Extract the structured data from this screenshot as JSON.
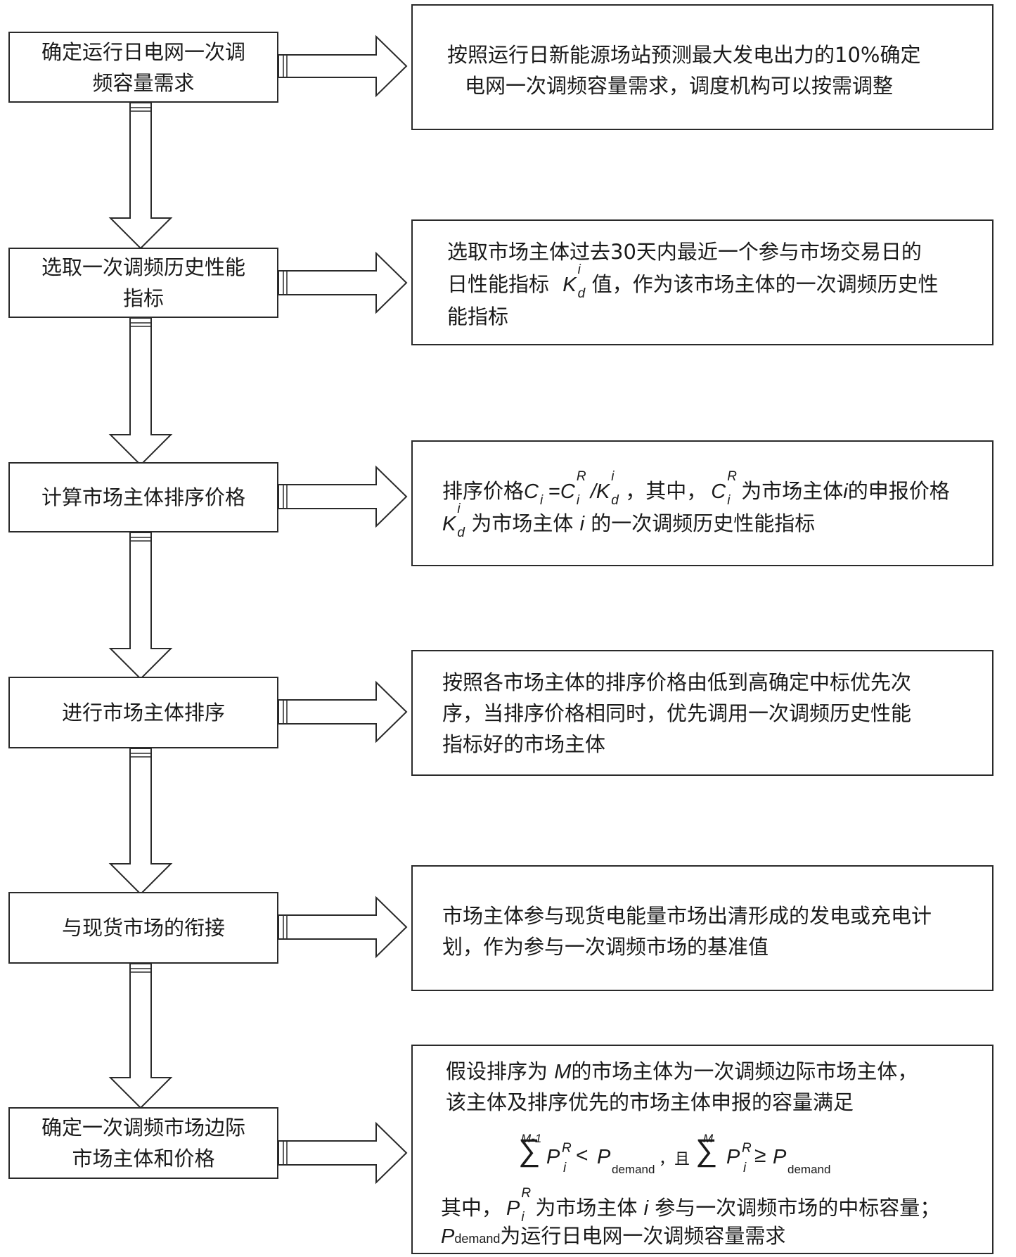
{
  "steps": [
    {
      "line1": "确定运行日电网一次调",
      "line2": "频容量需求"
    },
    {
      "line1": "选取一次调频历史性能",
      "line2": "指标"
    },
    {
      "line1": "计算市场主体排序价格"
    },
    {
      "line1": "进行市场主体排序"
    },
    {
      "line1": "与现货市场的衔接"
    },
    {
      "line1": "确定一次调频市场边际",
      "line2": "市场主体和价格"
    }
  ],
  "desc1": {
    "l1": "按照运行日新能源场站预测最大发电出力的10%确定",
    "l2": "电网一次调频容量需求，调度机构可以按需调整"
  },
  "desc2": {
    "l1": "选取市场主体过去30天内最近一个参与市场交易日的",
    "l2a": "日性能指标",
    "l2b": "值，作为该市场主体的一次调频历史性",
    "l3": "能指标"
  },
  "desc3": {
    "a": "排序价格",
    "b": "，其中，",
    "c": "为市场主体",
    "d": "的申报价格",
    "e": "为市场主体",
    "f": "的一次调频历史性能指标"
  },
  "desc4": {
    "l1": "按照各市场主体的排序价格由低到高确定中标优先次",
    "l2": "序，当排序价格相同时，优先调用一次调频历史性能",
    "l3": "指标好的市场主体"
  },
  "desc5": {
    "l1": "市场主体参与现货电能量市场出清形成的发电或充电计",
    "l2": "划，作为参与一次调频市场的基准值"
  },
  "desc6": {
    "l1a": "假设排序为",
    "l1b": "的市场主体为一次调频边际市场主体，",
    "l2": "该主体及排序优先的市场主体申报的容量满足",
    "and": "，且",
    "l4a": "其中，",
    "l4b": "为市场主体",
    "l4c": "参与一次调频市场的中标容量；",
    "l5": "为运行日电网一次调频容量需求"
  },
  "math": {
    "K": "K",
    "d": "d",
    "i": "i",
    "R": "R",
    "C": "C",
    "M": "M",
    "M1": "M-1",
    "P": "P",
    "demand": "demand",
    "sigma": "∑",
    "lt": "<",
    "ge": "≥",
    "eq": "=",
    "slash": "/"
  }
}
